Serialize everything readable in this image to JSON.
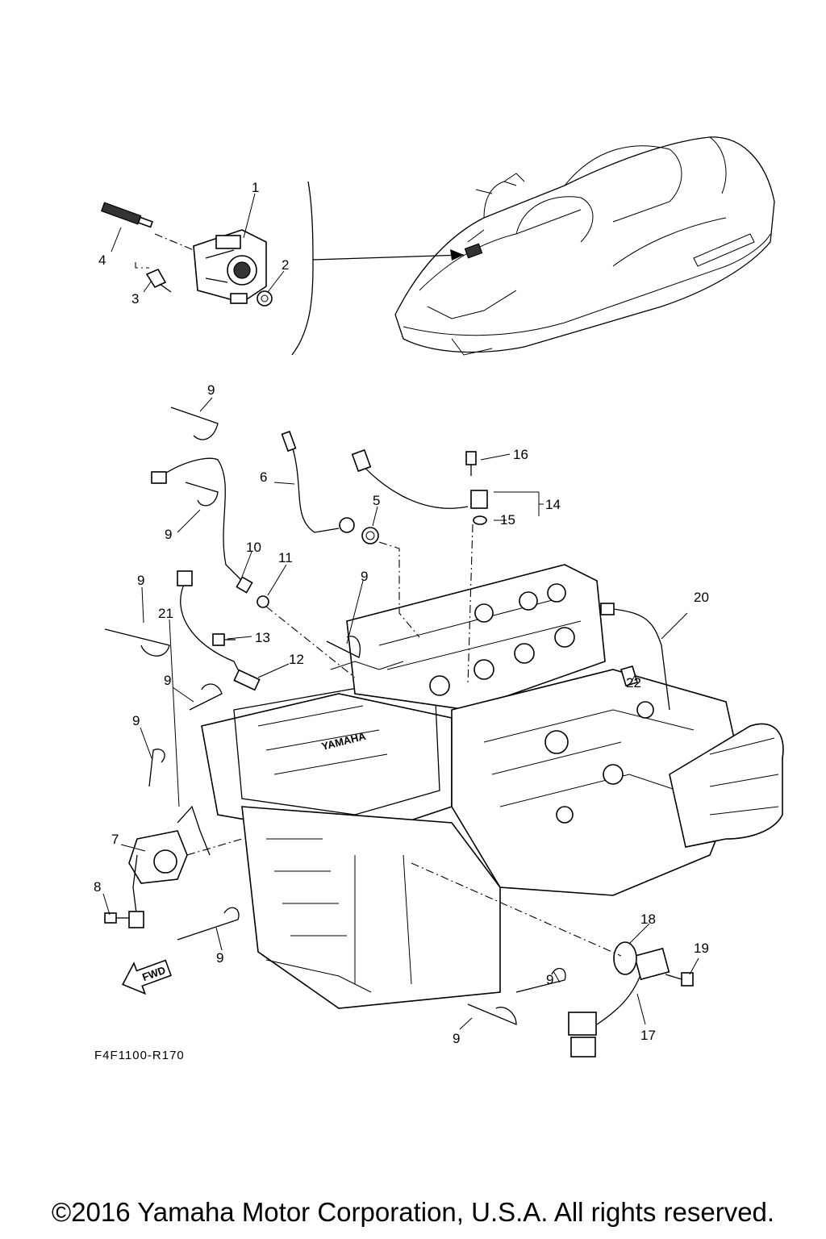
{
  "callouts": {
    "c1": "1",
    "c2": "2",
    "c3": "3",
    "c4": "4",
    "c5": "5",
    "c6": "6",
    "c7": "7",
    "c8": "8",
    "c10": "10",
    "c11": "11",
    "c12": "12",
    "c13": "13",
    "c14": "14",
    "c15": "15",
    "c16": "16",
    "c17": "17",
    "c18": "18",
    "c19": "19",
    "c20": "20",
    "c21": "21",
    "c22": "22",
    "c9": "9"
  },
  "engine_brand": "YAMAHA",
  "fwd_label": "FWD",
  "diagram_ref": "F4F1100-R170",
  "copyright": "©2016 Yamaha Motor Corporation, U.S.A. All rights reserved."
}
